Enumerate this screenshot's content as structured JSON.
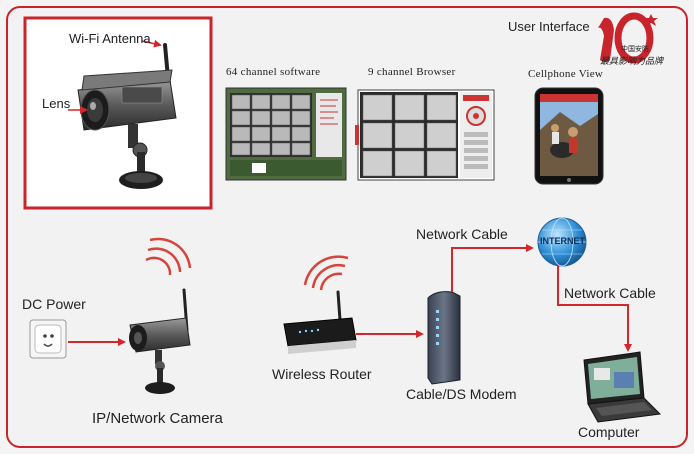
{
  "labels": {
    "wifi_antenna": "Wi-Fi Antenna",
    "lens": "Lens",
    "software_64": "64 channel software",
    "browser_9": "9 channel Browser",
    "cellphone_view": "Cellphone View",
    "user_interface": "User Interface",
    "network_cable_top": "Network Cable",
    "internet": "INTERNET",
    "network_cable_right": "Network Cable",
    "dc_power": "DC Power",
    "wireless_router": "Wireless Router",
    "cable_modem": "Cable/DS Modem",
    "ip_camera": "IP/Network Camera",
    "computer": "Computer"
  },
  "logo": {
    "number": "10",
    "small_text": "中国安防",
    "script_text": "最具影响力品牌"
  },
  "colors": {
    "frame_red": "#c8242b",
    "arrow_red": "#d4262c",
    "signal_red": "#d6453c",
    "globe_blue": "#2f8fd6"
  },
  "icons": {
    "wifi_signal": "wifi-waves-icon",
    "power_outlet": "power-outlet-icon",
    "globe": "globe-icon"
  }
}
